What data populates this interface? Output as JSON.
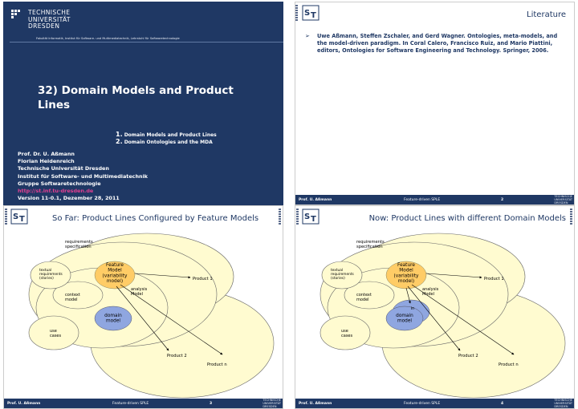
{
  "slide1": {
    "university_lines": [
      "TECHNISCHE",
      "UNIVERSITÄT",
      "DRESDEN"
    ],
    "faculty": "Fakultät Informatik, Institut für Software- und Multimediatechnik, Lehrstuhl für Softwaretechnologie",
    "title": "32) Domain Models and Product Lines",
    "toc": [
      {
        "num": "1.",
        "text": "Domain Models and Product Lines"
      },
      {
        "num": "2.",
        "text": "Domain Ontologies and the MDA"
      }
    ],
    "authors": [
      "Prof. Dr. U. Aßmann",
      "Florian Heidenreich",
      "Technische Universität Dresden",
      "Institut für Software- und Multimediatechnik",
      "Gruppe Softwaretechnologie"
    ],
    "url": "http://st.inf.tu-dresden.de",
    "version": "Version 11-0.1, Dezember 28, 2011"
  },
  "slide2": {
    "title": "Literature",
    "bullet": "Uwe Aßmann, Steffen Zschaler, and Gerd Wagner. Ontologies, meta-models, and the model-driven paradigm. In Coral Calero, Francisco Ruiz, and Mario Piattini, editors, Ontologies for Software Engineering and Technology.  Springer, 2006.",
    "footer": {
      "author": "Prof. U. Aßmann",
      "event": "Feature-driven SPLE",
      "page": "2"
    }
  },
  "slide3": {
    "title": "So Far: Product Lines Configured by Feature Models",
    "footer": {
      "author": "Prof. U. Aßmann",
      "event": "Feature-driven SPLE",
      "page": "3"
    }
  },
  "slide4": {
    "title": "Now: Product Lines with different Domain Models",
    "footer": {
      "author": "Prof. U. Aßmann",
      "event": "Feature-driven SPLE",
      "page": "4"
    }
  },
  "diagram": {
    "requirements_spec": [
      "requirements",
      "specification"
    ],
    "textual_requirements": [
      "textual",
      "requirements",
      "(stories)"
    ],
    "feature_model": [
      "Feature",
      "Model",
      "(variability",
      "model)"
    ],
    "analysis_model": [
      "analysis",
      "Model"
    ],
    "context_model": [
      "context",
      "model"
    ],
    "domain_model": [
      "domain",
      "model"
    ],
    "use_cases": [
      "use",
      "cases"
    ],
    "product_1": "Product 1",
    "product_2": "Product 2",
    "product_n": "Product n",
    "partial_label": "in"
  },
  "footer_logo_lines": [
    "TECHNISCHE",
    "UNIVERSITÄT",
    "DRESDEN"
  ],
  "colors": {
    "navy": "#1f3864",
    "ellipse_fill": "#fffbd0",
    "feature_fill": "#ffcc66",
    "domain_fill": "#8fa6e0",
    "url": "#e23f92"
  }
}
